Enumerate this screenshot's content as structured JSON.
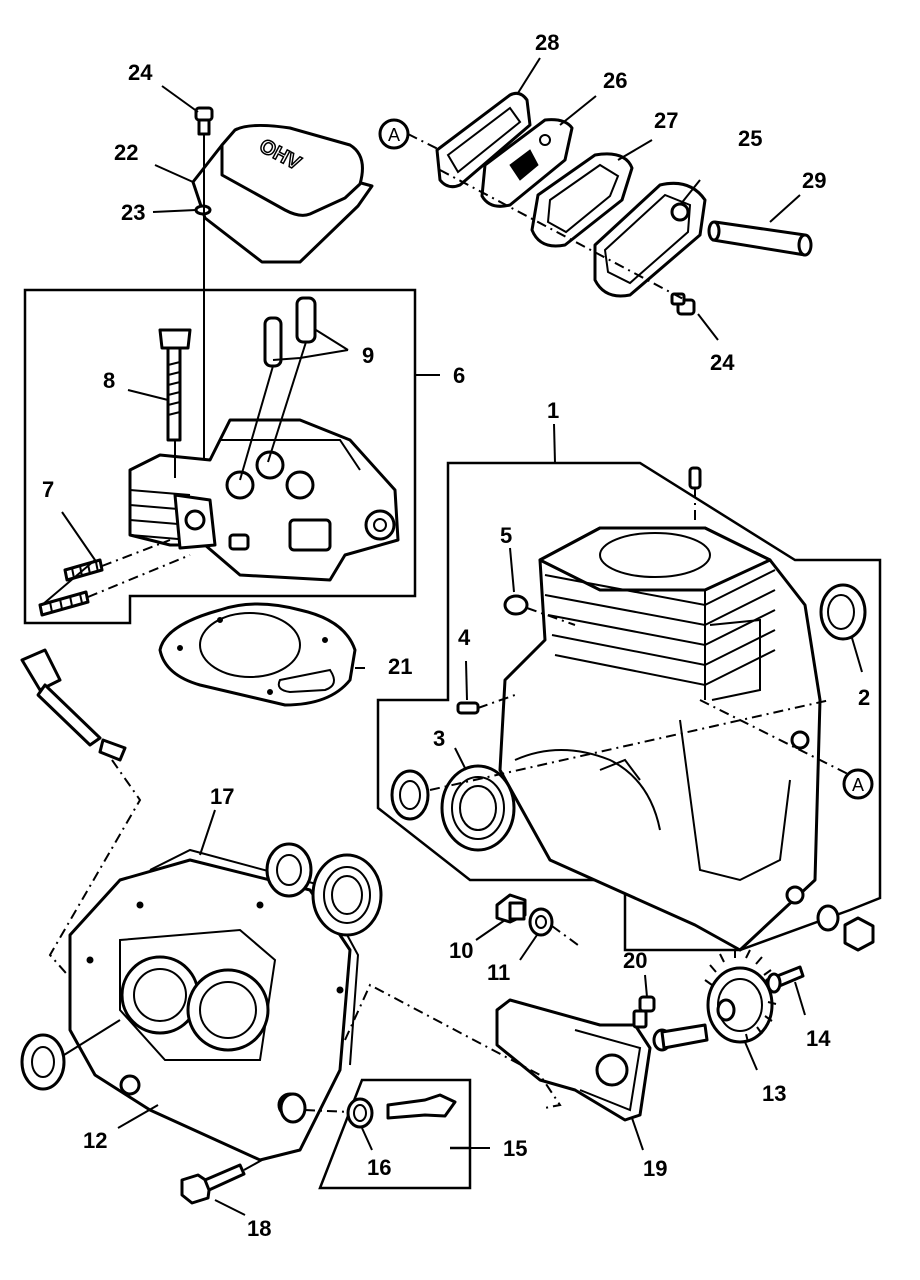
{
  "cover_stamp": "OHV",
  "ref_marks": {
    "a1": "A",
    "a2": "A"
  },
  "callouts": {
    "c1": "1",
    "c2": "2",
    "c3": "3",
    "c4": "4",
    "c5": "5",
    "c6": "6",
    "c7": "7",
    "c8": "8",
    "c9": "9",
    "c10": "10",
    "c11": "11",
    "c12": "12",
    "c13": "13",
    "c14": "14",
    "c15": "15",
    "c16": "16",
    "c17": "17",
    "c18": "18",
    "c19": "19",
    "c20": "20",
    "c21": "21",
    "c22": "22",
    "c23": "23",
    "c24a": "24",
    "c24b": "24",
    "c25": "25",
    "c26": "26",
    "c27": "27",
    "c28": "28",
    "c29": "29"
  }
}
